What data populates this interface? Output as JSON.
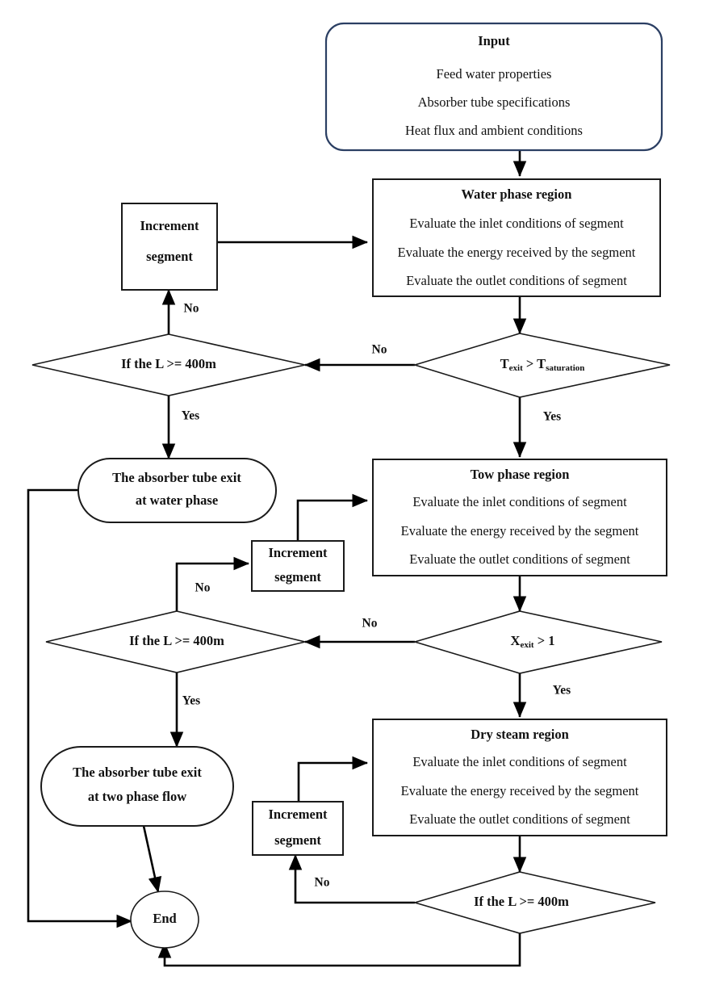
{
  "diagram": {
    "title": "Solar absorber tube thermal model flowchart",
    "colors": {
      "input_border": "#2b3f63",
      "node_border": "#1a1a1a",
      "connector": "#000000",
      "background": "#ffffff",
      "text": "#111111"
    },
    "nodes": {
      "input": {
        "shape": "rounded-rectangle",
        "title": "Input",
        "lines": [
          "Feed water properties",
          "Absorber tube specifications",
          "Heat flux and ambient conditions"
        ]
      },
      "water_phase": {
        "shape": "rectangle",
        "title": "Water phase region",
        "lines": [
          "Evaluate the inlet conditions of segment",
          "Evaluate the energy received by the segment",
          "Evaluate the outlet conditions of segment"
        ]
      },
      "two_phase": {
        "shape": "rectangle",
        "title": "Tow phase region",
        "lines": [
          "Evaluate the inlet conditions of segment",
          "Evaluate the energy received by the segment",
          "Evaluate the outlet conditions of segment"
        ]
      },
      "dry_steam": {
        "shape": "rectangle",
        "title": "Dry steam region",
        "lines": [
          "Evaluate the inlet conditions of segment",
          "Evaluate the energy received by the segment",
          "Evaluate the outlet conditions of segment"
        ]
      },
      "increment_1": {
        "shape": "rectangle",
        "line1": "Increment",
        "line2": "segment"
      },
      "increment_2": {
        "shape": "rectangle",
        "line1": "Increment",
        "line2": "segment"
      },
      "increment_3": {
        "shape": "rectangle",
        "line1": "Increment",
        "line2": "segment"
      },
      "decision_length_1": {
        "shape": "diamond",
        "text": "If the L >= 400m"
      },
      "decision_length_2": {
        "shape": "diamond",
        "text": "If the L >= 400m"
      },
      "decision_length_3": {
        "shape": "diamond",
        "text": "If the L >= 400m"
      },
      "decision_temperature": {
        "shape": "diamond",
        "base1": "T",
        "sub1": "exit",
        "operator": " > ",
        "base2": "T",
        "sub2": "saturation"
      },
      "decision_quality": {
        "shape": "diamond",
        "base1": "X",
        "sub1": "exit",
        "operator": " > 1"
      },
      "exit_water": {
        "shape": "stadium",
        "line1": "The absorber tube exit",
        "line2": "at water phase"
      },
      "exit_two_phase": {
        "shape": "stadium",
        "line1": "The absorber tube exit",
        "line2": "at two phase flow"
      },
      "end": {
        "shape": "ellipse",
        "text": "End"
      }
    },
    "edge_labels": {
      "no_1": "No",
      "yes_1": "Yes",
      "no_2": "No",
      "yes_2": "Yes",
      "no_3": "No",
      "no_4": "No",
      "yes_3": "Yes",
      "no_5": "No"
    }
  }
}
